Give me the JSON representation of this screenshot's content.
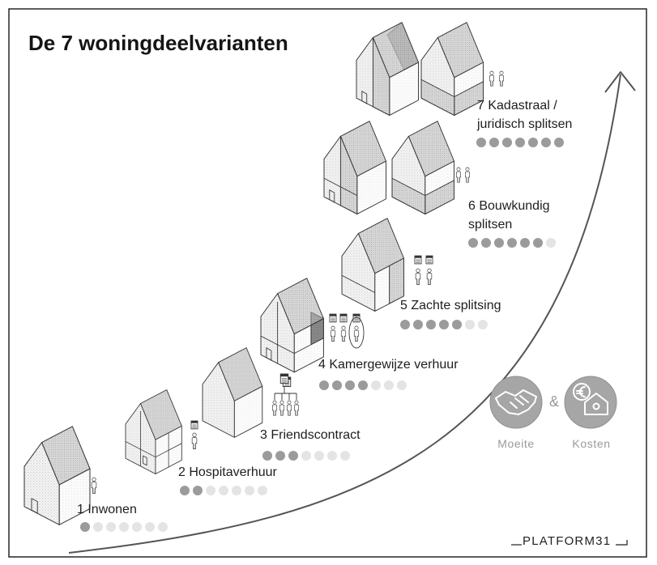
{
  "title": "De 7 woningdeelvarianten",
  "rating_scale_max": 7,
  "variants": [
    {
      "label_lines": [
        "1 Inwonen"
      ],
      "score": 1
    },
    {
      "label_lines": [
        "2 Hospitaverhuur"
      ],
      "score": 2
    },
    {
      "label_lines": [
        "3 Friendscontract"
      ],
      "score": 3
    },
    {
      "label_lines": [
        "4 Kamergewijze verhuur"
      ],
      "score": 4
    },
    {
      "label_lines": [
        "5 Zachte splitsing"
      ],
      "score": 5
    },
    {
      "label_lines": [
        "6 Bouwkundig",
        "splitsen"
      ],
      "score": 6
    },
    {
      "label_lines": [
        "7 Kadastraal /",
        "juridisch splitsen"
      ],
      "score": 7
    }
  ],
  "legend": {
    "effort_label": "Moeite",
    "separator": "&",
    "cost_label": "Kosten",
    "effort_icon": "handshake-icon",
    "cost_icon": "euro-house-icon"
  },
  "brand": "PLATFORM31",
  "colors": {
    "dot_filled": "#9b9b9b",
    "dot_empty": "#e4e4e4",
    "legend_icon": "#a6a6a6",
    "legend_text": "#9a9a9a",
    "text": "#1e1e1e"
  }
}
